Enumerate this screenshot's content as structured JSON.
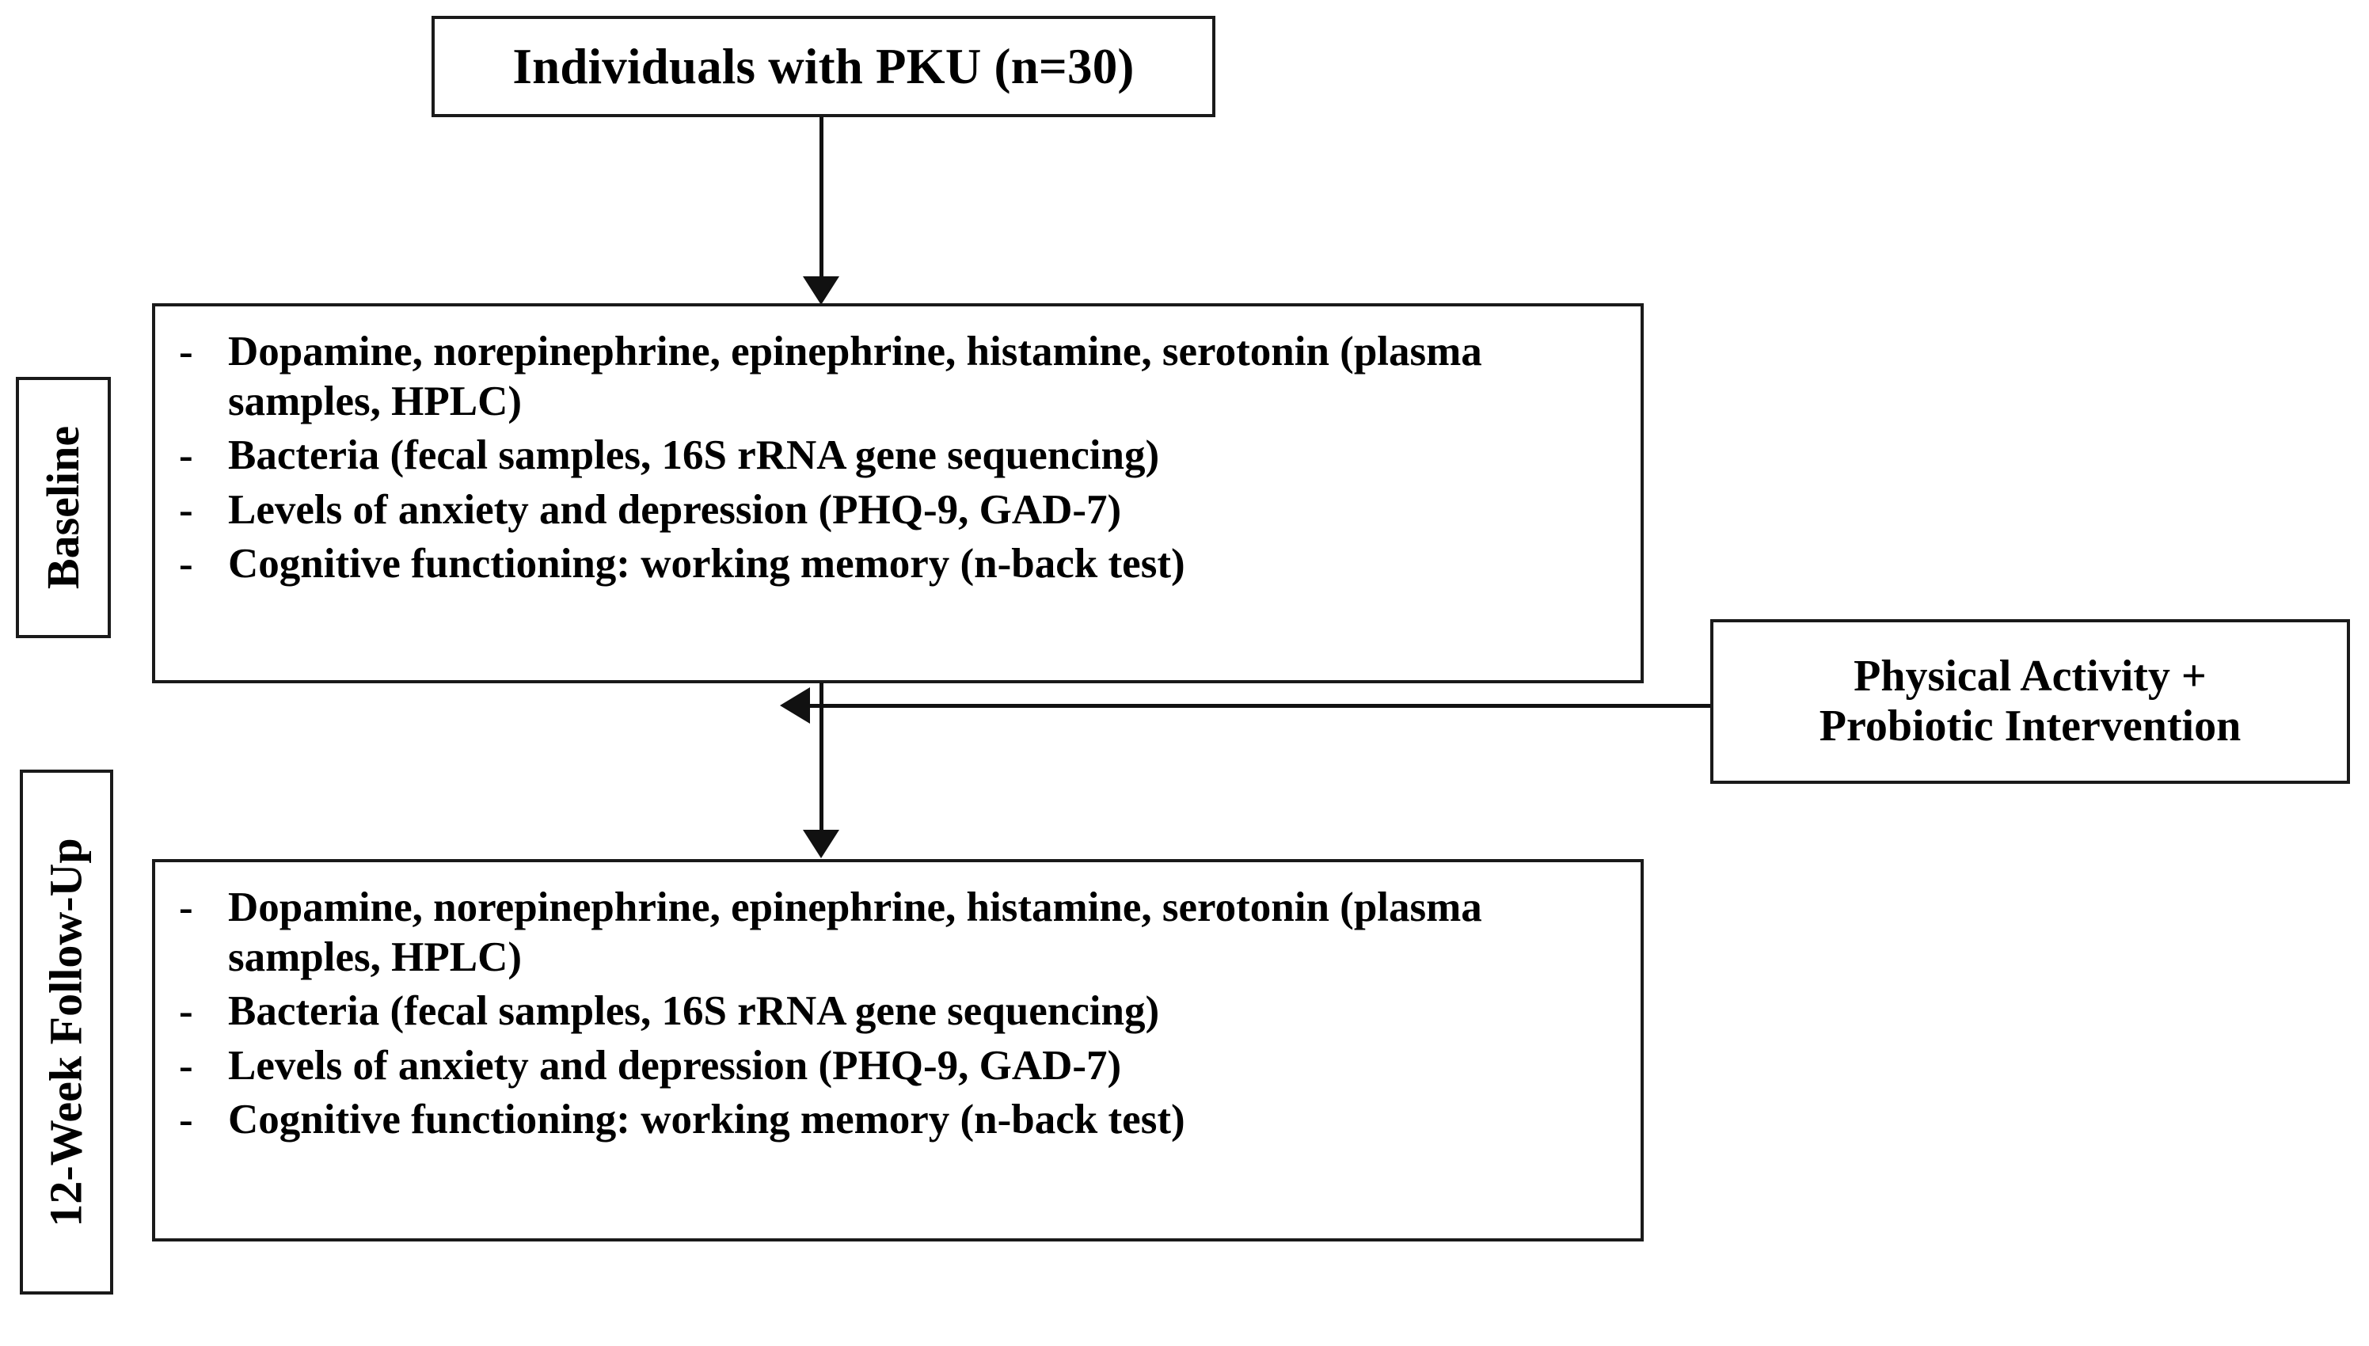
{
  "diagram": {
    "title": "Individuals with PKU (n=30)",
    "top_node": {
      "label": "Individuals with PKU (n=30)"
    },
    "stages": [
      {
        "id": "baseline",
        "label": "Baseline",
        "measures": [
          {
            "marker": "-",
            "text": "Dopamine, norepinephrine, epinephrine, histamine, serotonin (plasma samples, HPLC)"
          },
          {
            "marker": "-",
            "text": "Bacteria (fecal samples, 16S rRNA gene sequencing)"
          },
          {
            "marker": "-",
            "text": "Levels of anxiety and depression (PHQ-9, GAD-7)"
          },
          {
            "marker": "-",
            "text": "Cognitive functioning: working memory (n-back test)"
          }
        ]
      },
      {
        "id": "followup",
        "label": "12-Week Follow-Up",
        "measures": [
          {
            "marker": "-",
            "text": "Dopamine, norepinephrine, epinephrine, histamine, serotonin (plasma samples, HPLC)"
          },
          {
            "marker": "-",
            "text": "Bacteria (fecal samples, 16S rRNA gene sequencing)"
          },
          {
            "marker": "-",
            "text": "Levels of anxiety and depression (PHQ-9, GAD-7)"
          },
          {
            "marker": "-",
            "text": "Cognitive functioning: working memory (n-back test)"
          }
        ]
      }
    ],
    "intervention": {
      "line1": "Physical Activity +",
      "line2": "Probiotic Intervention"
    },
    "colors": {
      "stroke": "#1a1a1a",
      "text": "#000000",
      "background": "#ffffff"
    }
  }
}
